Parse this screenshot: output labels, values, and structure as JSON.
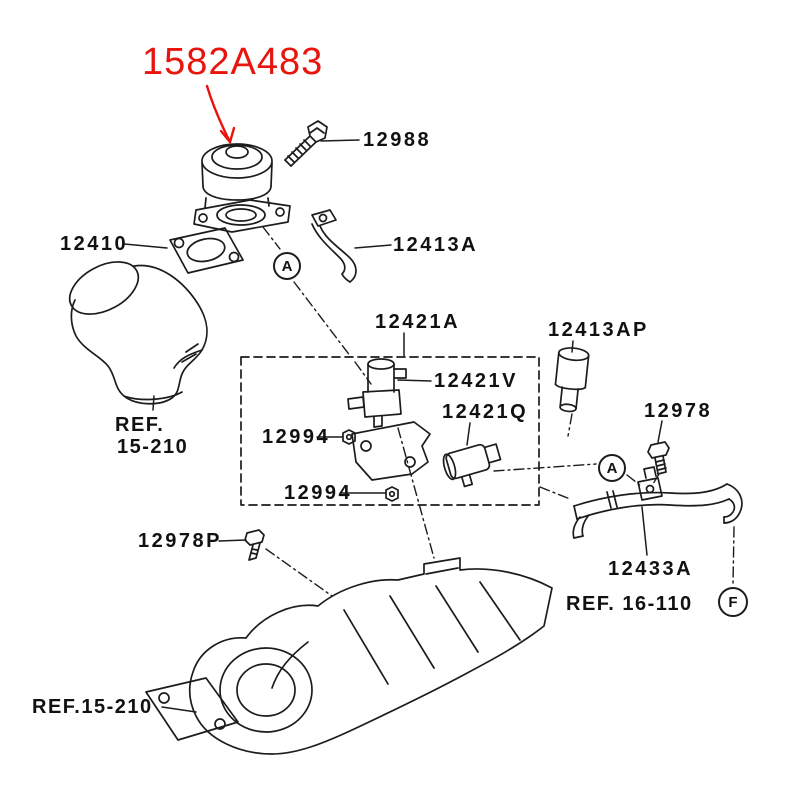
{
  "diagram": {
    "type": "exploded-parts-diagram",
    "colors": {
      "background": "#ffffff",
      "line": "#1c1c1c",
      "highlight": "#e8150d"
    },
    "highlight_part": "1582A483",
    "parts": {
      "p12988": "12988",
      "p12410": "12410",
      "p12413a": "12413A",
      "p12421a": "12421A",
      "p12413ap": "12413AP",
      "p12421v": "12421V",
      "p12421q": "12421Q",
      "p12994_first": "12994",
      "p12994_second": "12994",
      "p12978": "12978",
      "p12978p": "12978P",
      "p12433a": "12433A"
    },
    "refs": {
      "mid_left_line1": "REF.",
      "mid_left_line2": "15-210",
      "bottom_left": "REF.15-210",
      "bottom_right": "REF. 16-110"
    },
    "callouts": {
      "a1": "A",
      "a2": "A",
      "f": "F"
    }
  }
}
